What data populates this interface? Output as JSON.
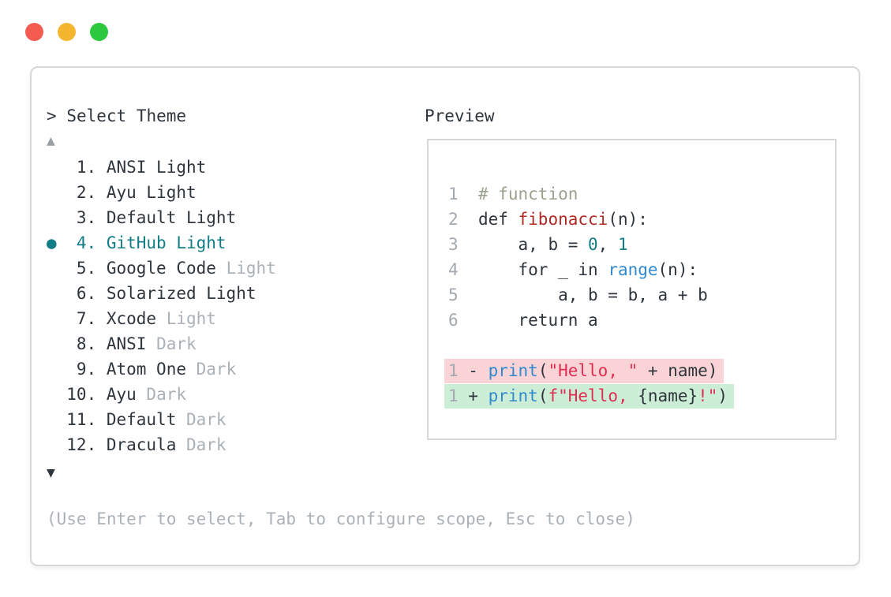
{
  "colors": {
    "text": "#2f353c",
    "muted": "#abb1b6",
    "teal": "#117d86",
    "comment": "#9aa28f",
    "function_red": "#b02a24",
    "blue": "#3089cf",
    "string_red": "#e02e52",
    "removed_bg": "#f9d3d5",
    "added_bg": "#cdeed6",
    "border": "#d8d8d8",
    "line_number": "#a3a9ae",
    "traffic_red": "#f45c52",
    "traffic_yellow": "#f4b62f",
    "traffic_green": "#2bc840",
    "arrow_up": "#9aa0a5"
  },
  "prompt": {
    "marker": ">",
    "title": "Select Theme"
  },
  "preview": {
    "label": "Preview"
  },
  "scroll": {
    "up": "▲",
    "down": "▼"
  },
  "selection_marker": "●",
  "theme_list": {
    "items": [
      {
        "num": "1",
        "label": "ANSI Light",
        "muted": "",
        "selected": false
      },
      {
        "num": "2",
        "label": "Ayu Light",
        "muted": "",
        "selected": false
      },
      {
        "num": "3",
        "label": "Default Light",
        "muted": "",
        "selected": false
      },
      {
        "num": "4",
        "label": "GitHub Light",
        "muted": "",
        "selected": true
      },
      {
        "num": "5",
        "label": "Google Code",
        "muted": "Light",
        "selected": false
      },
      {
        "num": "6",
        "label": "Solarized Light",
        "muted": "",
        "selected": false
      },
      {
        "num": "7",
        "label": "Xcode",
        "muted": "Light",
        "selected": false
      },
      {
        "num": "8",
        "label": "ANSI",
        "muted": "Dark",
        "selected": false
      },
      {
        "num": "9",
        "label": "Atom One",
        "muted": "Dark",
        "selected": false
      },
      {
        "num": "10",
        "label": "Ayu",
        "muted": "Dark",
        "selected": false
      },
      {
        "num": "11",
        "label": "Default",
        "muted": "Dark",
        "selected": false
      },
      {
        "num": "12",
        "label": "Dracula",
        "muted": "Dark",
        "selected": false
      }
    ]
  },
  "help_text": "(Use Enter to select, Tab to configure scope, Esc to close)",
  "code": {
    "lines": [
      {
        "tokens": [
          [
            "ln",
            "1  "
          ],
          [
            "com",
            "# function"
          ]
        ]
      },
      {
        "tokens": [
          [
            "ln",
            "2  "
          ],
          [
            "d",
            "def "
          ],
          [
            "fn",
            "fibonacci"
          ],
          [
            "d",
            "(n):"
          ]
        ]
      },
      {
        "tokens": [
          [
            "ln",
            "3  "
          ],
          [
            "d",
            "    a, b = "
          ],
          [
            "num",
            "0"
          ],
          [
            "d",
            ", "
          ],
          [
            "num",
            "1"
          ]
        ]
      },
      {
        "tokens": [
          [
            "ln",
            "4  "
          ],
          [
            "d",
            "    for _ in "
          ],
          [
            "bl",
            "range"
          ],
          [
            "d",
            "(n):"
          ]
        ]
      },
      {
        "tokens": [
          [
            "ln",
            "5  "
          ],
          [
            "d",
            "        a, b = b, a + b"
          ]
        ]
      },
      {
        "tokens": [
          [
            "ln",
            "6  "
          ],
          [
            "d",
            "    return a"
          ]
        ]
      },
      {
        "tokens": []
      },
      {
        "bg": "removed",
        "tokens": [
          [
            "ln",
            "1"
          ],
          [
            "d",
            " - "
          ],
          [
            "bl",
            "print"
          ],
          [
            "d",
            "("
          ],
          [
            "str",
            "\"Hello, \""
          ],
          [
            "d",
            " + name)"
          ]
        ]
      },
      {
        "bg": "added",
        "tokens": [
          [
            "ln",
            "1"
          ],
          [
            "d",
            " + "
          ],
          [
            "bl",
            "print"
          ],
          [
            "d",
            "("
          ],
          [
            "str",
            "f\"Hello, "
          ],
          [
            "d",
            "{name}"
          ],
          [
            "str",
            "!\""
          ],
          [
            "d",
            ")"
          ]
        ]
      }
    ]
  }
}
